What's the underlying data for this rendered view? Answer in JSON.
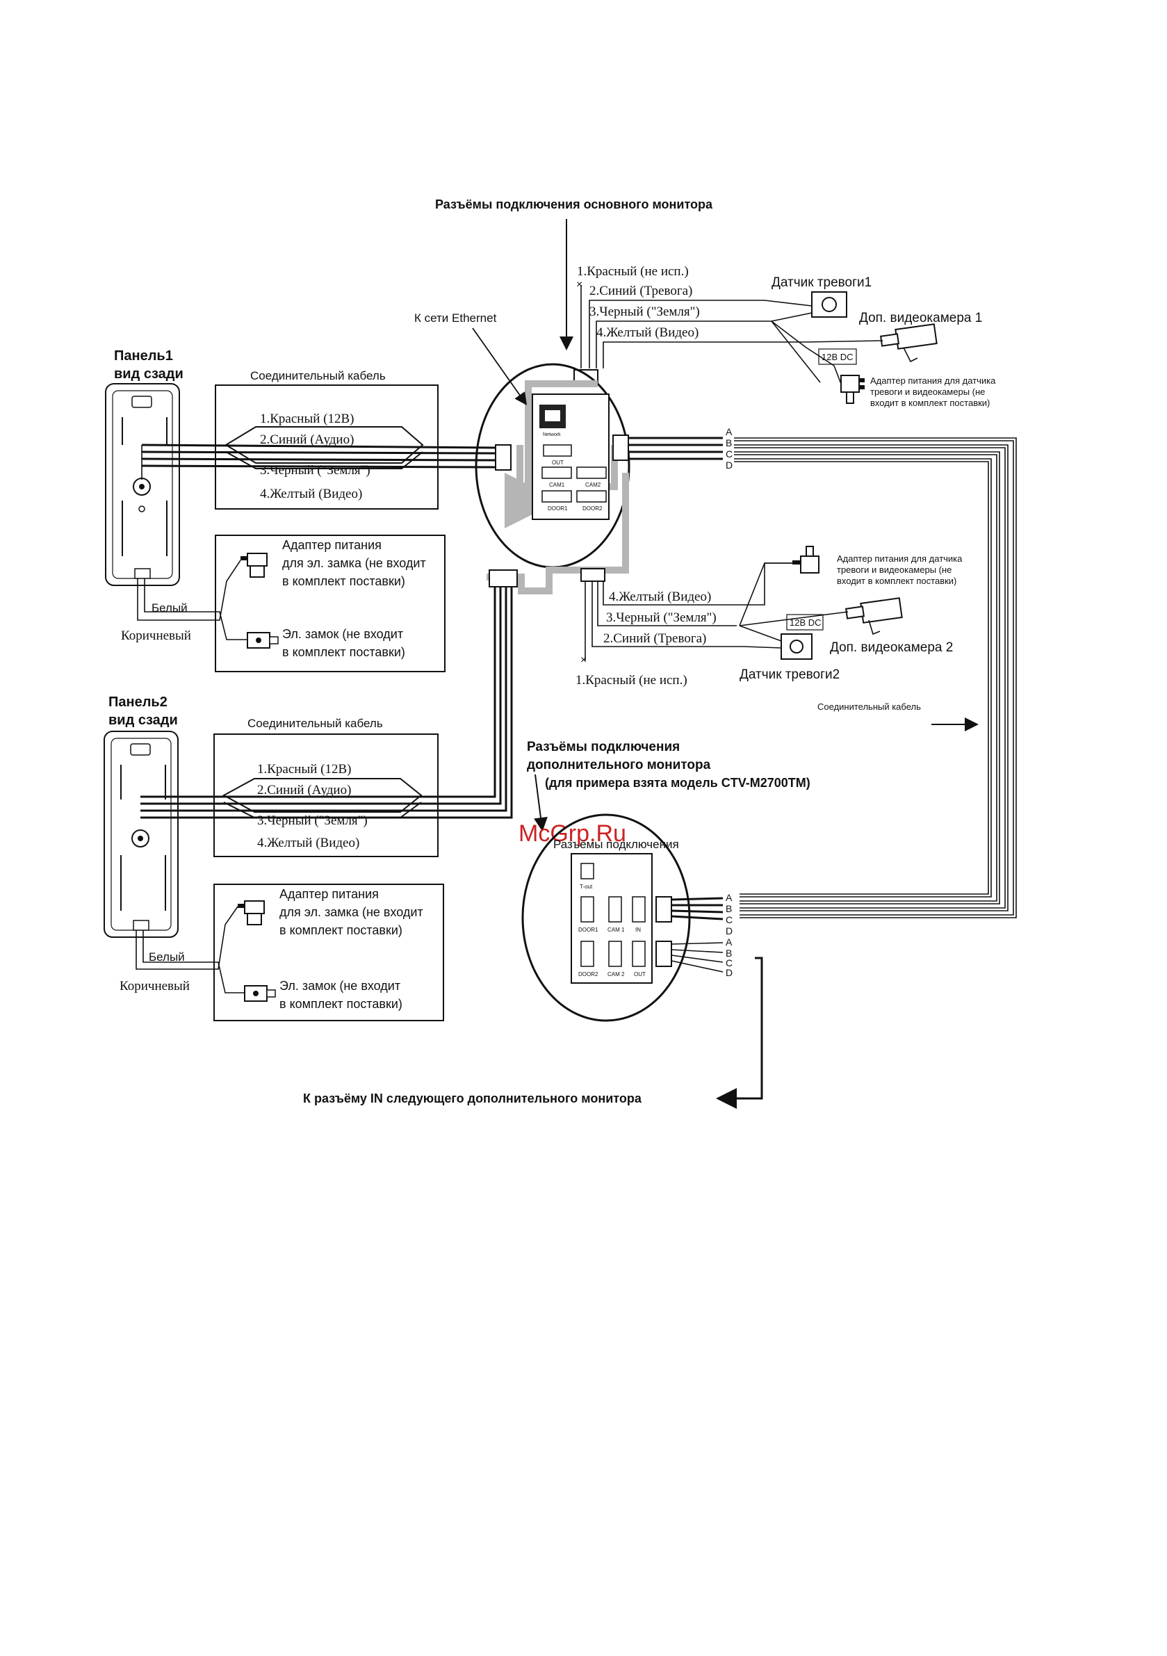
{
  "main_monitor": {
    "title": "Разъёмы подключения основного монитора",
    "ethernet_label": "К сети Ethernet",
    "ports": [
      "OUT",
      "CAM1",
      "CAM2",
      "DOOR1",
      "DOOR2"
    ],
    "network_label": "Network",
    "top_wires": [
      "1.Красный (не исп.)",
      "2.Синий (Тревога)",
      "3.Черный (\"Земля\")",
      "4.Желтый (Видео)"
    ],
    "bottom_wires": [
      "4.Желтый (Видео)",
      "3.Черный (\"Земля\")",
      "2.Синий (Тревога)",
      "1.Красный (не исп.)"
    ]
  },
  "alarm_top": {
    "sensor": "Датчик тревоги1",
    "camera": "Доп. видеокамера 1",
    "dc": "12В DC",
    "adapter_lines": [
      "Адаптер питания для датчика",
      "тревоги и видеокамеры (не",
      "входит в комплект поставки)"
    ]
  },
  "alarm_bottom": {
    "sensor": "Датчик тревоги2",
    "camera": "Доп. видеокамера 2",
    "dc": "12В DC",
    "adapter_lines": [
      "Адаптер питания для датчика",
      "тревоги и видеокамеры (не",
      "входит в комплект поставки)"
    ]
  },
  "panel1": {
    "title_line1": "Панель1",
    "title_line2": "вид сзади",
    "cable_label": "Соединительный кабель",
    "wires": [
      "1.Красный (12В)",
      "2.Синий (Аудио)",
      "3.Черный (\"Земля\")",
      "4.Желтый (Видео)"
    ],
    "adapter_lines": [
      "Адаптер питания",
      "для эл. замка (не входит",
      "в комплект поставки)"
    ],
    "lock_lines": [
      "Эл. замок (не входит",
      "в комплект поставки)"
    ],
    "white": "Белый",
    "brown": "Коричневый"
  },
  "panel2": {
    "title_line1": "Панель2",
    "title_line2": "вид сзади",
    "cable_label": "Соединительный кабель",
    "wires": [
      "1.Красный (12В)",
      "2.Синий (Аудио)",
      "3.Черный (\"Земля\")",
      "4.Желтый (Видео)"
    ],
    "adapter_lines": [
      "Адаптер питания",
      "для эл. замка (не входит",
      "в комплект поставки)"
    ],
    "lock_lines": [
      "Эл. замок (не входит",
      "в комплект поставки)"
    ],
    "white": "Белый",
    "brown": "Коричневый"
  },
  "extra_monitor": {
    "title_line1": "Разъёмы подключения",
    "title_line2": "дополнительного монитора",
    "model_note": "(для примера взята модель CTV-M2700TM)",
    "connectors_label": "Разъёмы подключения",
    "ports": [
      "DOOR1",
      "CAM 1",
      "IN",
      "DOOR2",
      "CAM 2",
      "OUT"
    ],
    "top_port": "T-out"
  },
  "connecting_cable_right": "Соединительный кабель",
  "letters": [
    "A",
    "B",
    "C",
    "D"
  ],
  "next_monitor": "К разъёму IN следующего дополнительного монитора",
  "watermark": "McGrp.Ru"
}
